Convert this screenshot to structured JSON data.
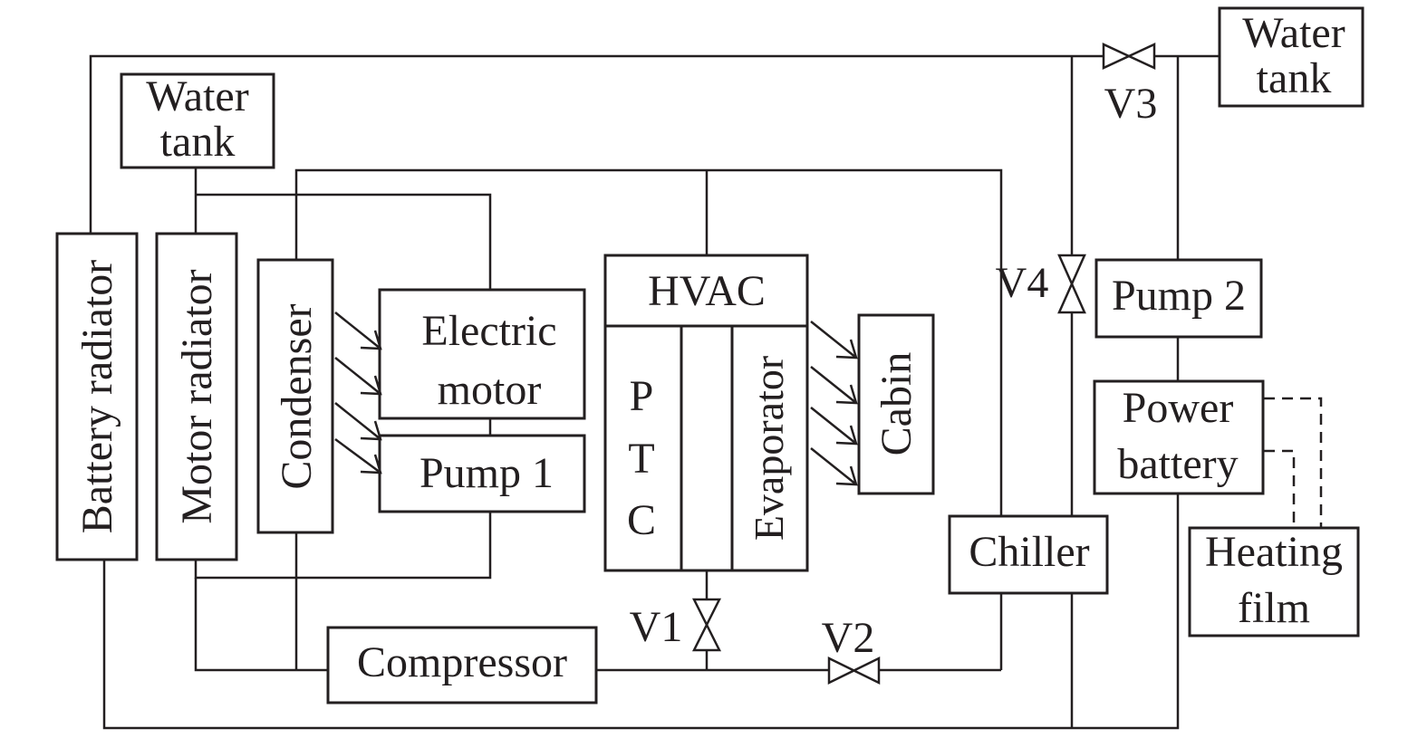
{
  "labels": {
    "water_tank_left_line1": "Water",
    "water_tank_left_line2": "tank",
    "water_tank_right_line1": "Water",
    "water_tank_right_line2": "tank",
    "battery_radiator": "Battery radiator",
    "motor_radiator": "Motor radiator",
    "condenser": "Condenser",
    "electric_motor_line1": "Electric",
    "electric_motor_line2": "motor",
    "pump1": "Pump 1",
    "hvac": "HVAC",
    "ptc_p": "P",
    "ptc_t": "T",
    "ptc_c": "C",
    "evaporator": "Evaporator",
    "cabin": "Cabin",
    "chiller": "Chiller",
    "pump2": "Pump 2",
    "power_battery_line1": "Power",
    "power_battery_line2": "battery",
    "heating_film_line1": "Heating",
    "heating_film_line2": "film",
    "compressor": "Compressor",
    "v1": "V1",
    "v2": "V2",
    "v3": "V3",
    "v4": "V4"
  },
  "colors": {
    "ink": "#231f20",
    "background": "#ffffff"
  }
}
